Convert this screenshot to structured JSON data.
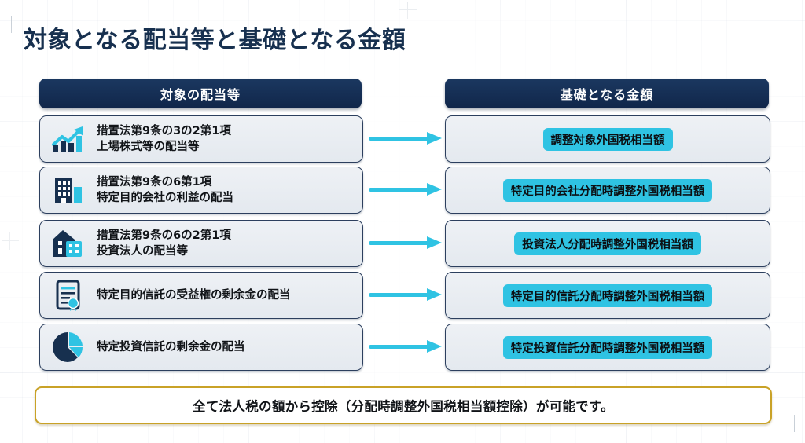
{
  "page": {
    "title": "対象となる配当等と基礎となる金額"
  },
  "columns": {
    "left_header": "対象の配当等",
    "right_header": "基礎となる金額"
  },
  "rows": [
    {
      "icon": "growth-bar-chart-icon",
      "left_text": "措置法第9条の3の2第1項\n上場株式等の配当等",
      "right_text": "調整対象外国税相当額"
    },
    {
      "icon": "office-building-icon",
      "left_text": "措置法第9条の6第1項\n特定目的会社の利益の配当",
      "right_text": "特定目的会社分配時調整外国税相当額"
    },
    {
      "icon": "house-building-icon",
      "left_text": "措置法第9条の6の2第1項\n投資法人の配当等",
      "right_text": "投資法人分配時調整外国税相当額"
    },
    {
      "icon": "certificate-seal-icon",
      "left_text": "特定目的信託の受益権の剰余金の配当",
      "right_text": "特定目的信託分配時調整外国税相当額"
    },
    {
      "icon": "pie-chart-icon",
      "left_text": "特定投資信託の剰余金の配当",
      "right_text": "特定投資信託分配時調整外国税相当額"
    }
  ],
  "footer": {
    "note": "全て法人税の額から控除（分配時調整外国税相当額控除）が可能です。"
  },
  "colors": {
    "navy": "#17304f",
    "header_navy": "#10264a",
    "cyan": "#2fc3e3",
    "gold": "#c9a227",
    "card_bg": "#e9edf2"
  }
}
